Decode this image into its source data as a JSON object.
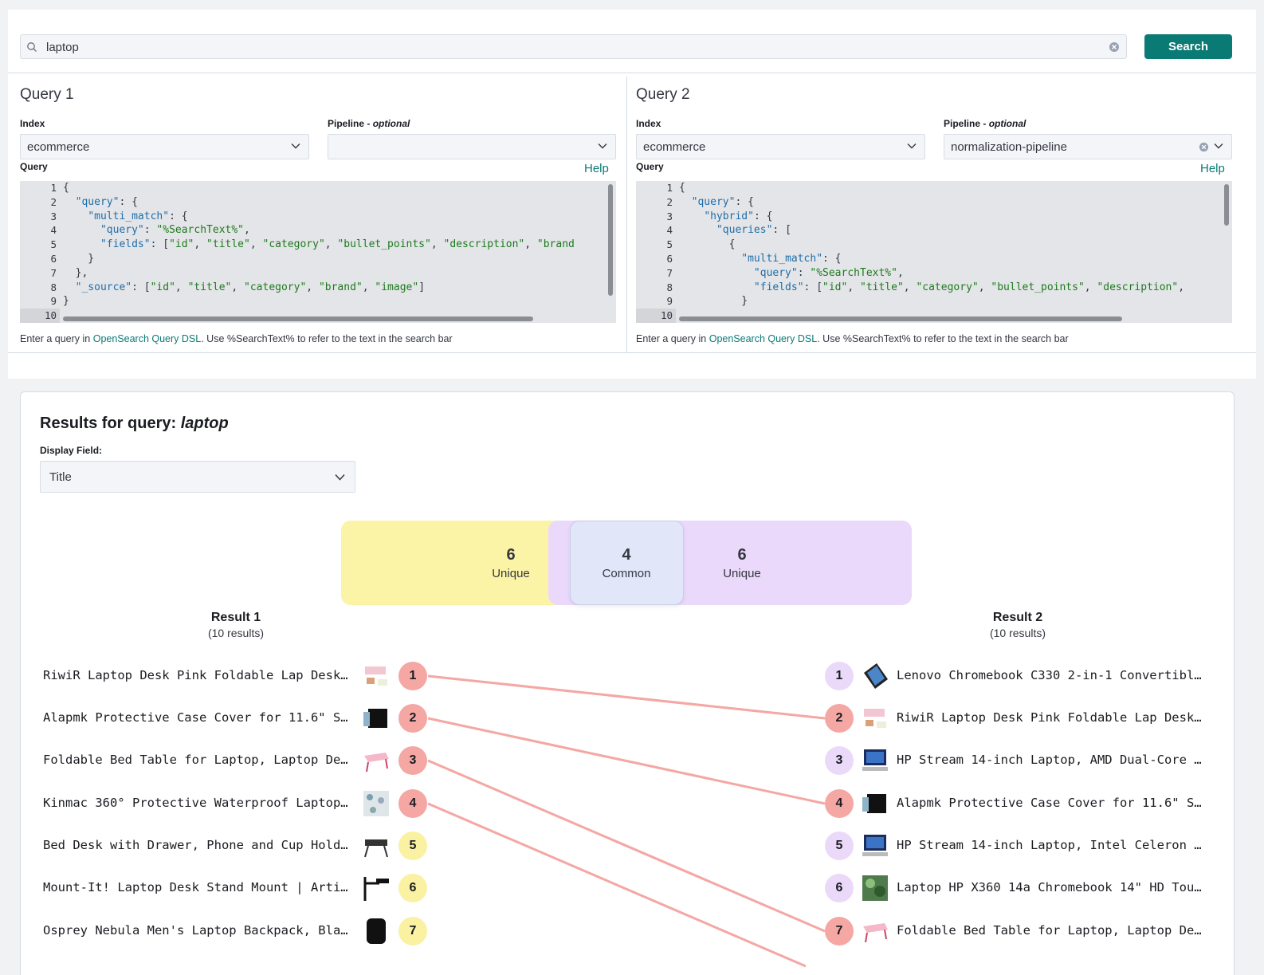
{
  "search": {
    "value": "laptop",
    "button": "Search"
  },
  "query1": {
    "title": "Query 1",
    "index_label": "Index",
    "index_value": "ecommerce",
    "pipeline_label": "Pipeline - ",
    "pipeline_optional": "optional",
    "pipeline_value": "",
    "query_label": "Query",
    "help": "Help",
    "line_numbers": [
      "1",
      "2",
      "3",
      "4",
      "5",
      "6",
      "7",
      "8",
      "9",
      "10"
    ],
    "hint_prefix": "Enter a query in ",
    "hint_link": "OpenSearch Query DSL",
    "hint_suffix": ". Use %SearchText% to refer to the text in the search bar"
  },
  "query2": {
    "title": "Query 2",
    "index_label": "Index",
    "index_value": "ecommerce",
    "pipeline_label": "Pipeline - ",
    "pipeline_optional": "optional",
    "pipeline_value": "normalization-pipeline",
    "query_label": "Query",
    "help": "Help",
    "line_numbers": [
      "1",
      "2",
      "3",
      "4",
      "5",
      "6",
      "7",
      "8",
      "9",
      "10"
    ],
    "hint_prefix": "Enter a query in ",
    "hint_link": "OpenSearch Query DSL",
    "hint_suffix": ". Use %SearchText% to refer to the text in the search bar"
  },
  "results": {
    "title_prefix": "Results for query: ",
    "query": "laptop",
    "display_field_label": "Display Field:",
    "display_field_value": "Title",
    "venn": {
      "left": {
        "count": "6",
        "label": "Unique"
      },
      "common": {
        "count": "4",
        "label": "Common"
      },
      "right": {
        "count": "6",
        "label": "Unique"
      }
    },
    "result1": {
      "title": "Result 1",
      "count": "(10 results)"
    },
    "result2": {
      "title": "Result 2",
      "count": "(10 results)"
    },
    "left_items": [
      {
        "rank": "1",
        "text": "RiwiR Laptop Desk Pink Foldable Lap Desk…",
        "status": "common"
      },
      {
        "rank": "2",
        "text": "Alapmk Protective Case Cover for 11.6\" S…",
        "status": "common"
      },
      {
        "rank": "3",
        "text": "Foldable Bed Table for Laptop, Laptop De…",
        "status": "common"
      },
      {
        "rank": "4",
        "text": "Kinmac 360° Protective Waterproof Laptop…",
        "status": "common"
      },
      {
        "rank": "5",
        "text": "Bed Desk with Drawer, Phone and Cup Hold…",
        "status": "unique"
      },
      {
        "rank": "6",
        "text": "Mount-It! Laptop Desk Stand Mount | Arti…",
        "status": "unique"
      },
      {
        "rank": "7",
        "text": "Osprey Nebula Men's Laptop Backpack, Bla…",
        "status": "unique"
      }
    ],
    "right_items": [
      {
        "rank": "1",
        "text": "Lenovo Chromebook C330 2-in-1 Convertibl…",
        "status": "unique"
      },
      {
        "rank": "2",
        "text": "RiwiR Laptop Desk Pink Foldable Lap Desk…",
        "status": "common"
      },
      {
        "rank": "3",
        "text": "HP Stream 14-inch Laptop, AMD Dual-Core …",
        "status": "unique"
      },
      {
        "rank": "4",
        "text": "Alapmk Protective Case Cover for 11.6\" S…",
        "status": "common"
      },
      {
        "rank": "5",
        "text": "HP Stream 14-inch Laptop, Intel Celeron …",
        "status": "unique"
      },
      {
        "rank": "6",
        "text": "Laptop HP X360 14a Chromebook 14\" HD Tou…",
        "status": "unique"
      },
      {
        "rank": "7",
        "text": "Foldable Bed Table for Laptop, Laptop De…",
        "status": "common"
      }
    ]
  },
  "colors": {
    "accent": "#0a7a75",
    "common": "#f4a7a3",
    "unique_left": "#fbf1a2",
    "unique_right": "#ebd9fa"
  }
}
